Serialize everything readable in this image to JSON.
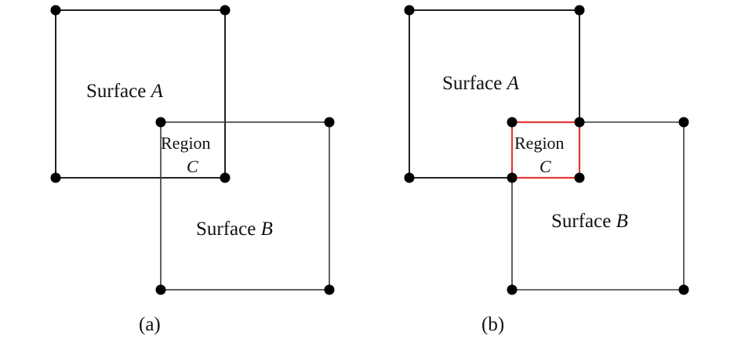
{
  "panels": [
    {
      "caption": "(a)",
      "surface_a": {
        "word": "Surface",
        "letter": "A"
      },
      "surface_b": {
        "word": "Surface",
        "letter": "B"
      },
      "region": {
        "word": "Region",
        "letter": "C"
      }
    },
    {
      "caption": "(b)",
      "surface_a": {
        "word": "Surface",
        "letter": "A"
      },
      "surface_b": {
        "word": "Surface",
        "letter": "B"
      },
      "region": {
        "word": "Region",
        "letter": "C"
      },
      "region_color": "#e53935"
    }
  ]
}
